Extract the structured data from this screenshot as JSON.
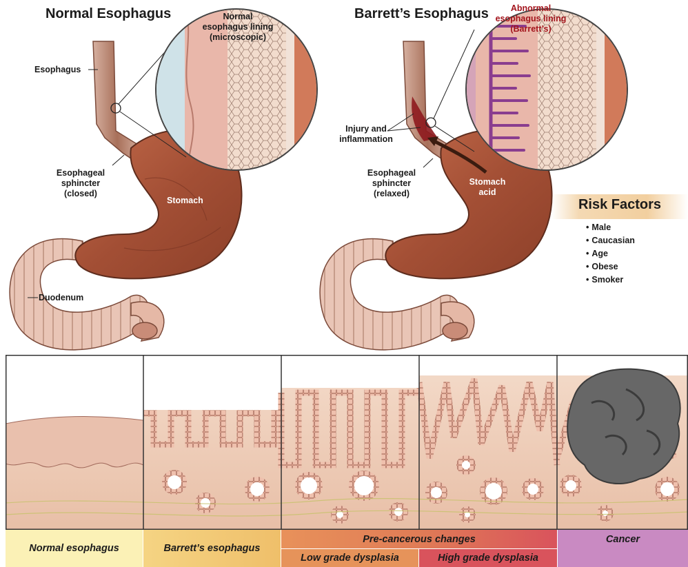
{
  "titles": {
    "normal": "Normal Esophagus",
    "barretts": "Barrett’s Esophagus"
  },
  "labels": {
    "esophagus": "Esophagus",
    "normal_lining": [
      "Normal",
      "esophagus lining",
      "(microscopic)"
    ],
    "sphincter_closed": [
      "Esophageal",
      "sphincter",
      "(closed)"
    ],
    "stomach_left": "Stomach",
    "duodenum": "Duodenum",
    "abnormal_lining": [
      "Abnormal",
      "esophagus lining",
      "(Barrett’s)"
    ],
    "injury": [
      "Injury and",
      "inflammation"
    ],
    "sphincter_relaxed": [
      "Esophageal",
      "sphincter",
      "(relaxed)"
    ],
    "stomach_acid": [
      "Stomach",
      "acid"
    ]
  },
  "risk_factors": {
    "title": "Risk Factors",
    "items": [
      "Male",
      "Caucasian",
      "Age",
      "Obese",
      "Smoker"
    ]
  },
  "stages": {
    "normal": "Normal esophagus",
    "barretts": "Barrett’s esophagus",
    "precancer": "Pre-cancerous changes",
    "low": "Low grade dysplasia",
    "high": "High grade dysplasia",
    "cancer": "Cancer"
  },
  "colors": {
    "stomach": "#a8553a",
    "lining_pink": "#e8b7a4",
    "barrett_purple": "#8a3d8f",
    "injury_red": "#8e1a1e",
    "normal_band": "#fbf1b6",
    "barrett_band": "#f2c875",
    "precancer_band": "#e58a55",
    "high_band": "#d9535c",
    "cancer_band": "#c98ac2"
  }
}
